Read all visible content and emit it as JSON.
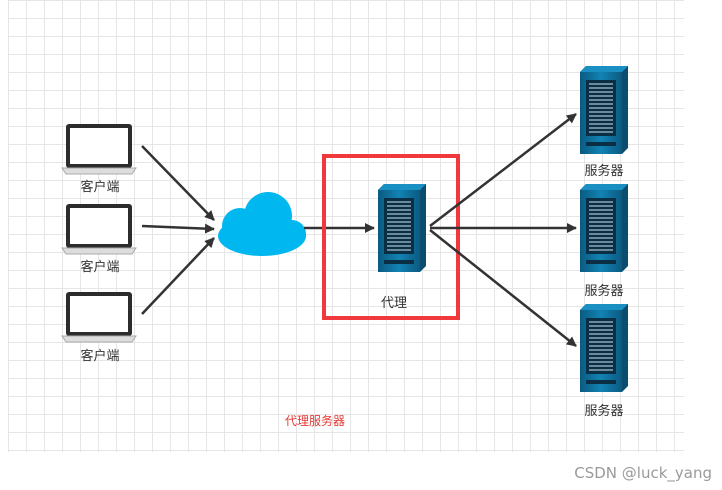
{
  "nodes": {
    "client_label": "客户端",
    "proxy_label": "代理",
    "server_label": "服务器"
  },
  "caption": {
    "text": "代理服务器",
    "color": "#e53935"
  },
  "watermark": {
    "text": "CSDN @luck_yang"
  },
  "colors": {
    "arrow": "#333333",
    "cloud": "#00b7ef",
    "server_body": "#10739e",
    "highlight_box": "#f0393d"
  },
  "icons": {
    "client": "laptop-icon",
    "network": "cloud-icon",
    "proxy": "server-icon",
    "server": "server-icon"
  }
}
